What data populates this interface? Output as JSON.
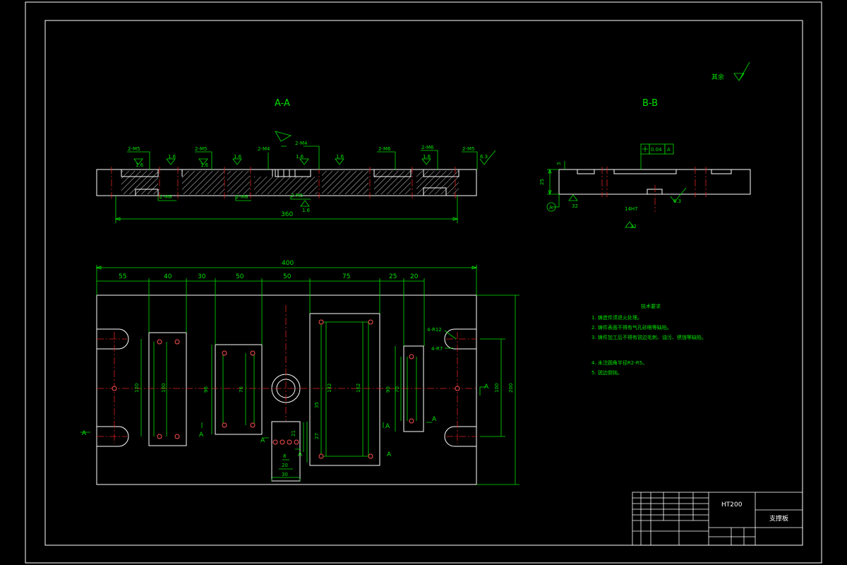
{
  "views": {
    "section_aa": "A-A",
    "section_bb": "B-B"
  },
  "surface_note": "其余",
  "section_aa_labels": {
    "threads": [
      "2-M5",
      "2-M5",
      "2-M4",
      "2-M4",
      "2-M6",
      "2-M6",
      "2-M5",
      "2-M6",
      "2-M6",
      "2-M5"
    ],
    "roughness": [
      "1.6",
      "1.6",
      "1.6",
      "1.6",
      "1.6",
      "1.6",
      "1.6",
      "1.6",
      "6.3"
    ],
    "total_length": "360"
  },
  "section_bb_labels": {
    "tolerance_value": "0.04",
    "tolerance_datum": "A",
    "depth": "3",
    "height": "25",
    "datum": "A",
    "roughness_left": "32",
    "roughness_right": "6.3",
    "roughness_bottom": "32",
    "slot": "14H7"
  },
  "plan_dims": {
    "total": "400",
    "segments": [
      "55",
      "40",
      "30",
      "50",
      "50",
      "75",
      "25",
      "20"
    ],
    "heights": [
      "120",
      "100",
      "96",
      "76",
      "35",
      "142",
      "162",
      "90",
      "70",
      "100",
      "200",
      "27",
      "21"
    ],
    "bottom": [
      "8",
      "20",
      "30"
    ],
    "radii": [
      "4-R12",
      "4-R7"
    ],
    "section_marks": [
      "A",
      "A",
      "A",
      "A",
      "A",
      "A",
      "A",
      "A"
    ]
  },
  "tech_requirements": {
    "heading": "技术要求",
    "items": [
      "1. 铸造件须退火处理。",
      "2. 铸件表面不得有气孔砂眼等缺陷。",
      "3. 铸件加工后不得有锐边毛刺、油污、锈蚀等缺陷。",
      "4. 未注圆角半径R2-R5。",
      "5. 锐边倒钝。"
    ]
  },
  "title_block": {
    "material": "HT200",
    "part_name": "支撑板"
  }
}
